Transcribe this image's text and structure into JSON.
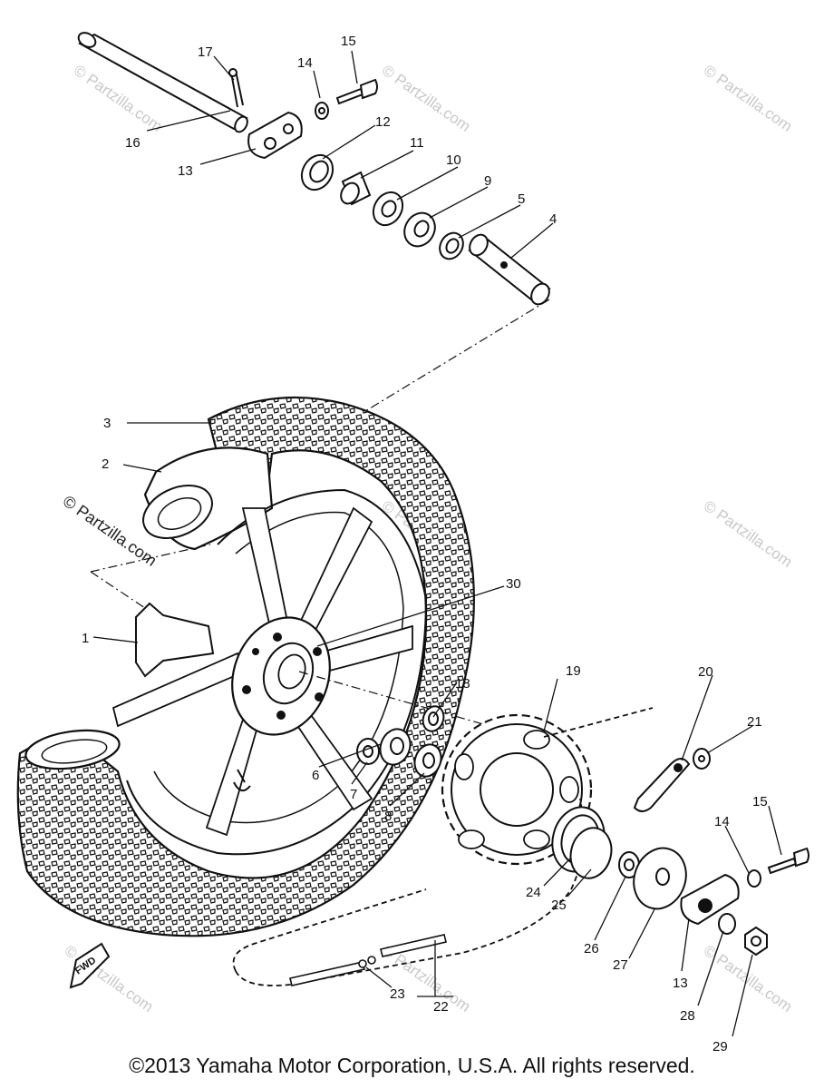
{
  "copyright": "©2013  Yamaha Motor Corporation, U.S.A. All rights reserved.",
  "watermark": "© Partzilla.com",
  "fwd_label": "FWD",
  "labels": {
    "p1": "1",
    "p2": "2",
    "p3": "3",
    "p4": "4",
    "p5": "5",
    "p6": "6",
    "p7": "7",
    "p8": "8",
    "p9": "9",
    "p10": "10",
    "p11": "11",
    "p12": "12",
    "p13a": "13",
    "p13b": "13",
    "p14a": "14",
    "p14b": "14",
    "p15a": "15",
    "p15b": "15",
    "p16": "16",
    "p17": "17",
    "p18": "18",
    "p19": "19",
    "p20": "20",
    "p21": "21",
    "p22": "22",
    "p23": "23",
    "p24": "24",
    "p25": "25",
    "p26": "26",
    "p27": "27",
    "p28": "28",
    "p29": "29",
    "p30": "30"
  },
  "colors": {
    "ink": "#111111",
    "watermark": "#c8c8c8"
  }
}
